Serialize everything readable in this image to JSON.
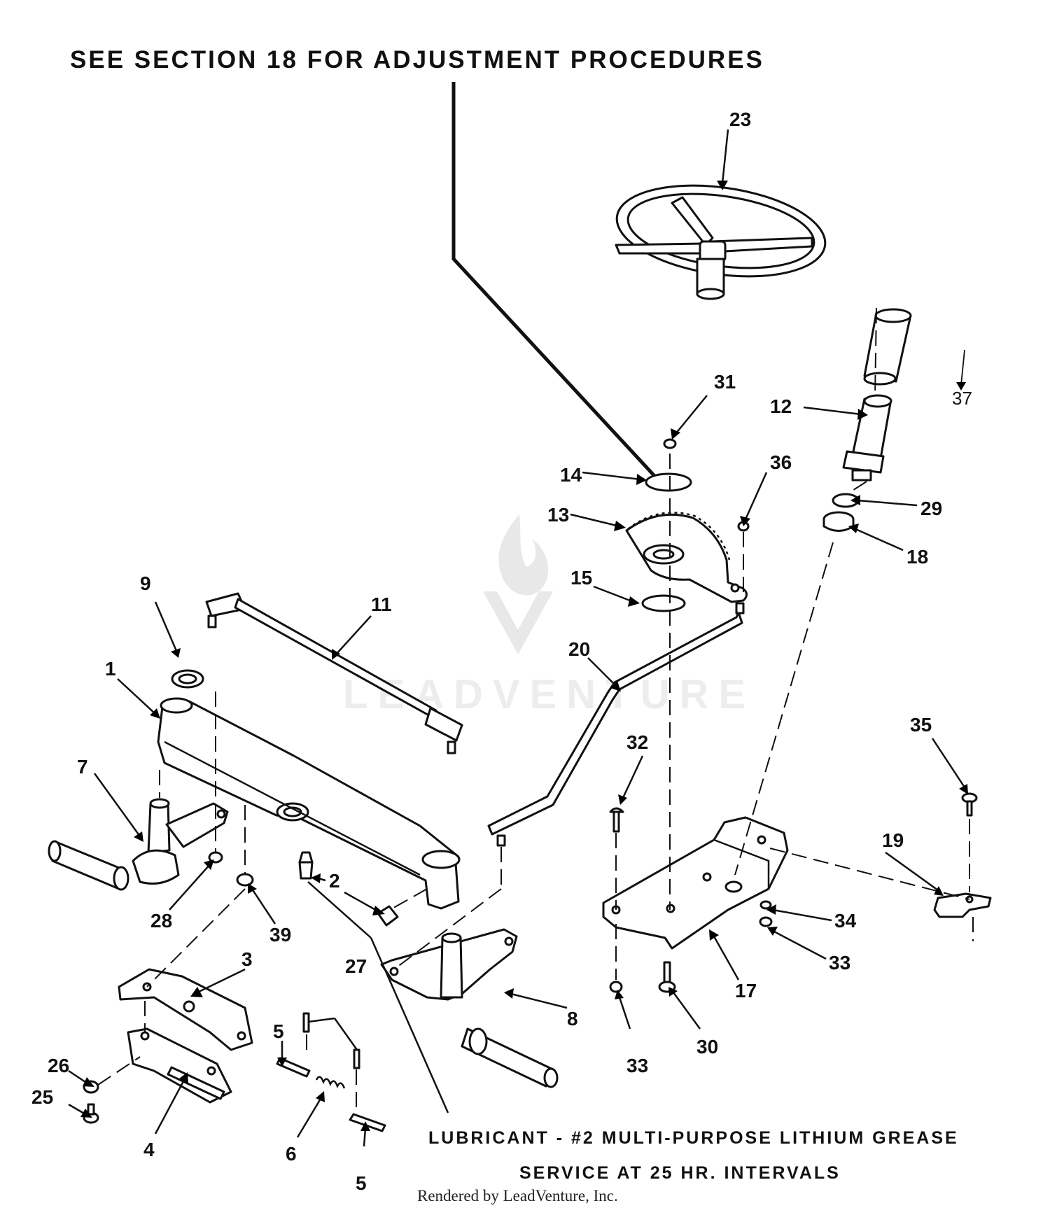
{
  "header": {
    "note": "SEE SECTION 18 FOR ADJUSTMENT PROCEDURES"
  },
  "footer": {
    "lubricant": "LUBRICANT - #2 MULTI-PURPOSE LITHIUM GREASE",
    "service": "SERVICE AT 25 HR. INTERVALS",
    "credit": "Rendered by LeadVenture, Inc."
  },
  "watermark": {
    "text": "LEADVENTURE"
  },
  "callouts": {
    "c1": "1",
    "c2": "2",
    "c3": "3",
    "c4": "4",
    "c5a": "5",
    "c5b": "5",
    "c6": "6",
    "c7": "7",
    "c8": "8",
    "c9": "9",
    "c11": "11",
    "c12": "12",
    "c13": "13",
    "c14": "14",
    "c15": "15",
    "c17": "17",
    "c18": "18",
    "c19": "19",
    "c20": "20",
    "c23": "23",
    "c25": "25",
    "c26": "26",
    "c27": "27",
    "c28": "28",
    "c29": "29",
    "c30": "30",
    "c31": "31",
    "c32": "32",
    "c33a": "33",
    "c33b": "33",
    "c34": "34",
    "c35": "35",
    "c36": "36",
    "c37": "37",
    "c39": "39"
  }
}
